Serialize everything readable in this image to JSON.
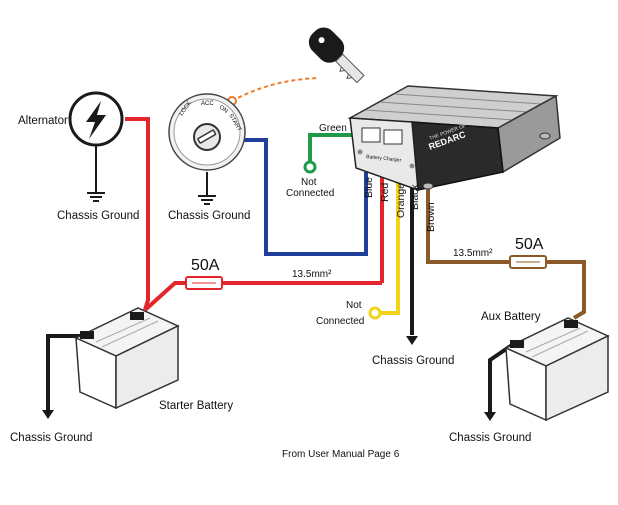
{
  "labels": {
    "alternator": "Alternator",
    "chassis_ground": "Chassis Ground",
    "green": "Green",
    "not_connected_1": "Not",
    "not_connected_2": "Connected",
    "blue": "Blue",
    "red": "Red",
    "orange": "Orange",
    "black": "Black",
    "brown": "Brown",
    "fuse_rating": "50A",
    "cable_size": "13.5mm²",
    "aux_battery": "Aux Battery",
    "starter_battery": "Starter Battery",
    "footer": "From User Manual Page 6"
  },
  "ignition": {
    "lock": "LOCK",
    "acc": "ACC",
    "on": "ON",
    "start": "START"
  },
  "device": {
    "brand": "REDARC",
    "tagline": "THE POWER OF",
    "panel_text": "Battery Charger"
  },
  "colors": {
    "red_wire": "#e3262b",
    "blue_wire": "#1f3f9a",
    "green_wire": "#1e9a4a",
    "yellow_wire": "#f2d21b",
    "brown_wire": "#8b5a2b",
    "black_wire": "#1a1a1a",
    "orange_dash": "#f07a2a"
  }
}
